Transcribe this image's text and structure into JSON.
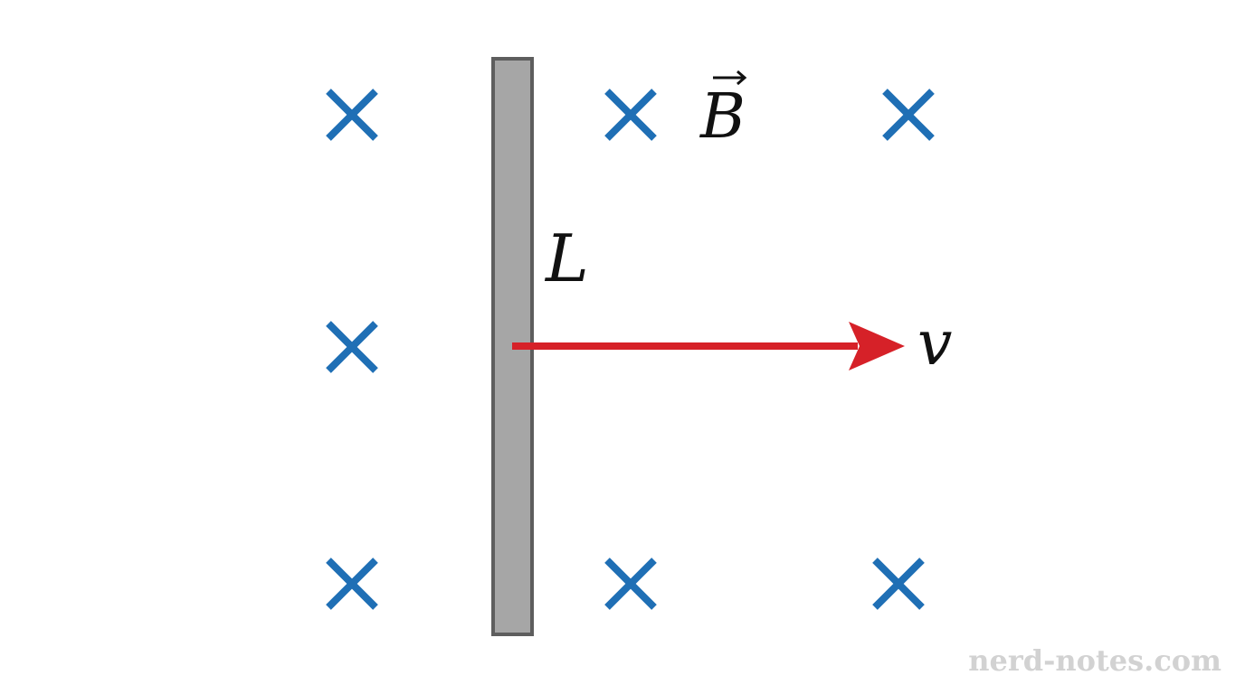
{
  "labels": {
    "field": "B",
    "length": "L",
    "velocity": "v"
  },
  "watermark": "nerd-notes.com",
  "field_marker": {
    "symbol": "cross",
    "meaning": "field-into-page",
    "color": "#1f6fb5"
  },
  "colors": {
    "rod_fill": "#a6a6a6",
    "rod_stroke": "#5e5e5e",
    "velocity_arrow": "#d62128",
    "text": "#111111",
    "watermark": "#d2d2d2"
  }
}
